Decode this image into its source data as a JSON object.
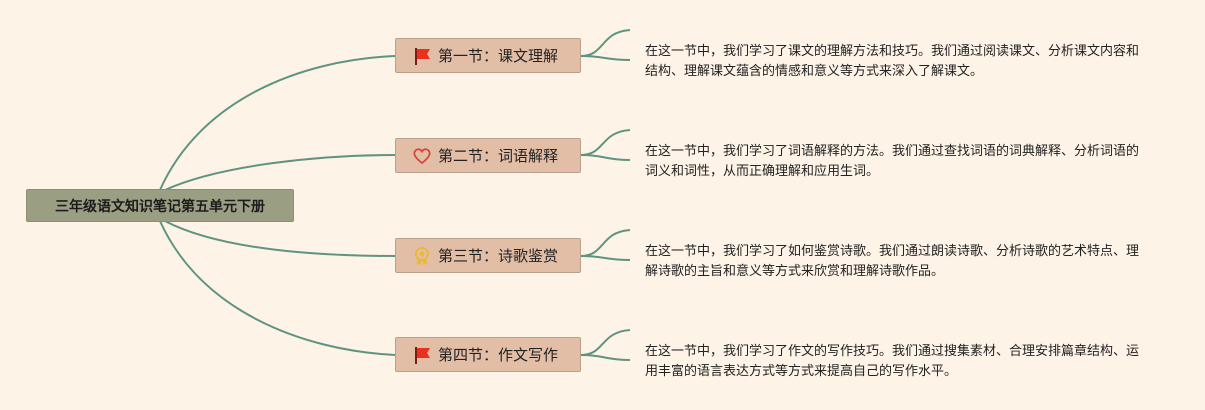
{
  "root": {
    "title": "三年级语文知识笔记第五单元下册"
  },
  "sections": [
    {
      "title": "第一节：课文理解",
      "icon": "red-flag-icon",
      "description": "在这一节中，我们学习了课文的理解方法和技巧。我们通过阅读课文、分析课文内容和结构、理解课文蕴含的情感和意义等方式来深入了解课文。"
    },
    {
      "title": "第二节：词语解释",
      "icon": "heart-icon",
      "description": "在这一节中，我们学习了词语解释的方法。我们通过查找词语的词典解释、分析词语的词义和词性，从而正确理解和应用生词。"
    },
    {
      "title": "第三节：诗歌鉴赏",
      "icon": "medal-icon",
      "description": "在这一节中，我们学习了如何鉴赏诗歌。我们通过朗读诗歌、分析诗歌的艺术特点、理解诗歌的主旨和意义等方式来欣赏和理解诗歌作品。"
    },
    {
      "title": "第四节：作文写作",
      "icon": "red-flag-icon",
      "description": "在这一节中，我们学习了作文的写作技巧。我们通过搜集素材、合理安排篇章结构、运用丰富的语言表达方式等方式来提高自己的写作水平。"
    }
  ],
  "colors": {
    "background": "#fdf3e7",
    "root_fill": "#9a9f83",
    "section_fill": "#e3bea6",
    "connector": "#5f9482",
    "flag": "#e8321e",
    "heart": "#d8453a",
    "medal": "#e9b93c"
  }
}
